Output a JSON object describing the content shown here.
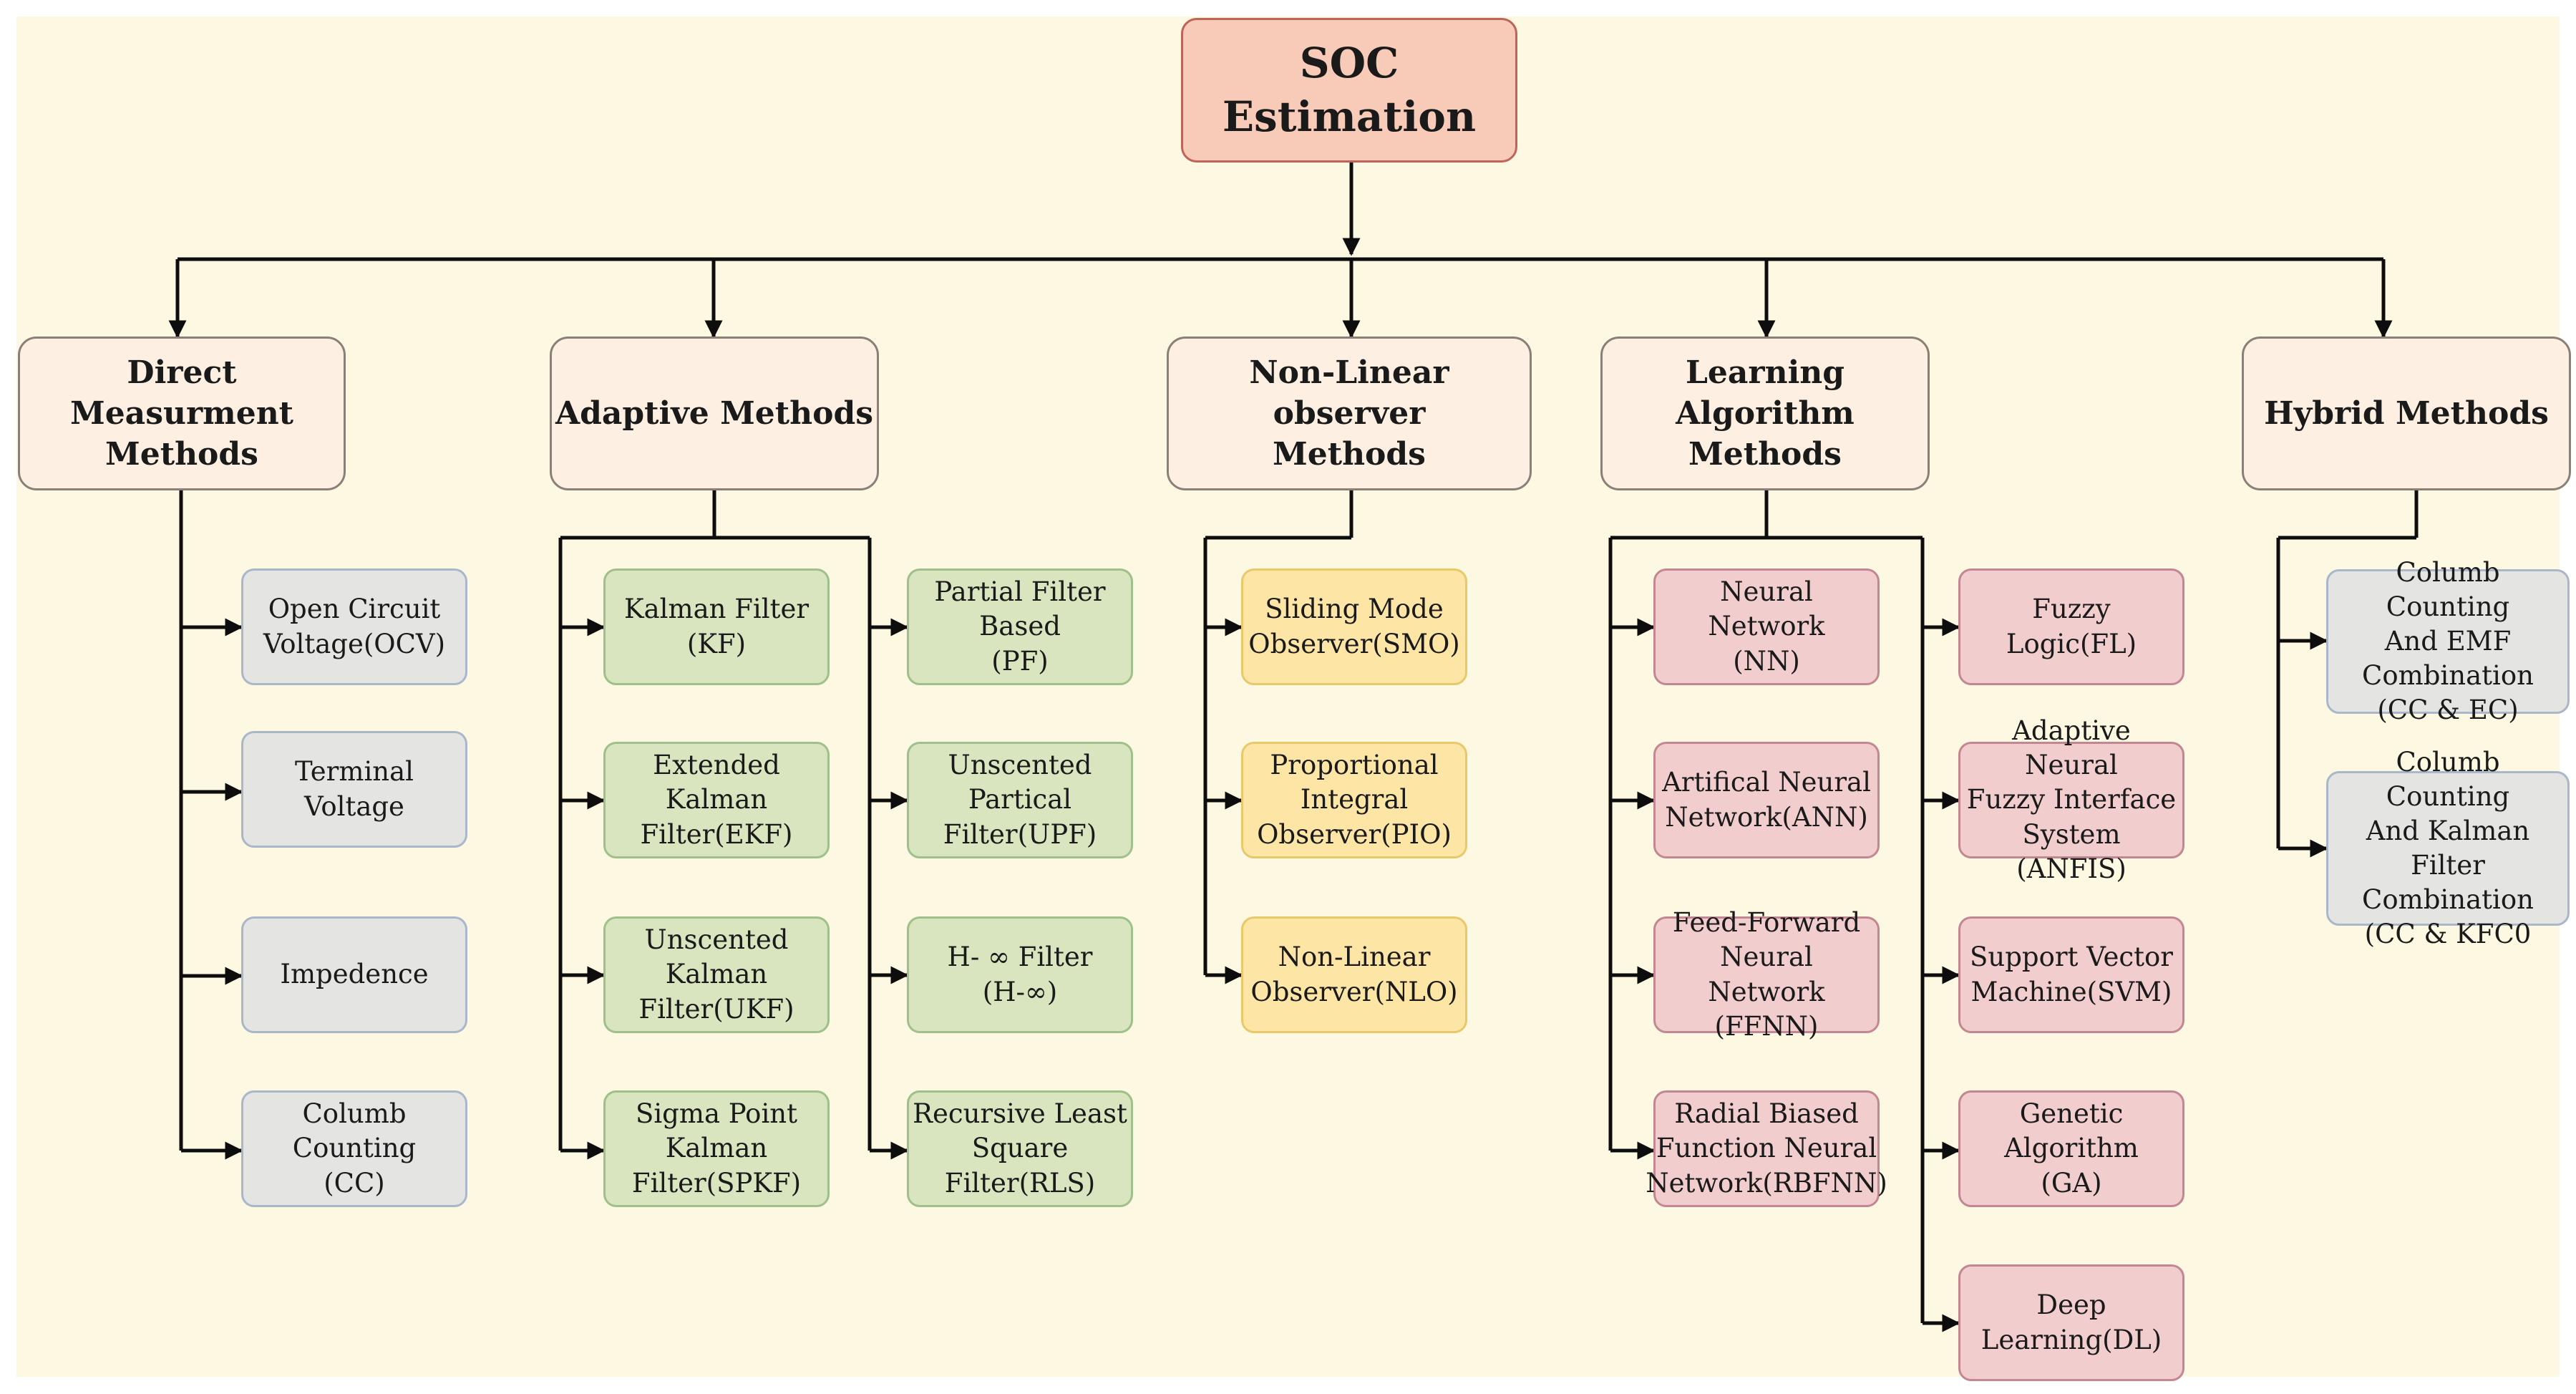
{
  "root": {
    "label": "SOC Estimation"
  },
  "categories": [
    {
      "label": "Direct Measurment\nMethods"
    },
    {
      "label": "Adaptive Methods"
    },
    {
      "label": "Non-Linear observer\nMethods"
    },
    {
      "label": "Learning Algorithm\nMethods"
    },
    {
      "label": "Hybrid Methods"
    }
  ],
  "direct": [
    {
      "label": "Open Circuit\nVoltage(OCV)"
    },
    {
      "label": "Terminal Voltage"
    },
    {
      "label": "Impedence"
    },
    {
      "label": "Columb Counting\n(CC)"
    }
  ],
  "adaptive_left": [
    {
      "label": "Kalman Filter\n(KF)"
    },
    {
      "label": "Extended Kalman\nFilter(EKF)"
    },
    {
      "label": "Unscented Kalman\nFilter(UKF)"
    },
    {
      "label": "Sigma Point Kalman\nFilter(SPKF)"
    }
  ],
  "adaptive_right": [
    {
      "label": "Partial Filter Based\n(PF)"
    },
    {
      "label": "Unscented Partical\nFilter(UPF)"
    },
    {
      "label": "H- ∞ Filter\n(H-∞)"
    },
    {
      "label": "Recursive Least\nSquare Filter(RLS)"
    }
  ],
  "nonlinear": [
    {
      "label": "Sliding Mode\nObserver(SMO)"
    },
    {
      "label": "Proportional Integral\nObserver(PIO)"
    },
    {
      "label": "Non-Linear\nObserver(NLO)"
    }
  ],
  "learning_left": [
    {
      "label": "Neural Network\n(NN)"
    },
    {
      "label": "Artifical Neural\nNetwork(ANN)"
    },
    {
      "label": "Feed-Forward\nNeural Network\n(FFNN)"
    },
    {
      "label": "Radial Biased\nFunction Neural\nNetwork(RBFNN)"
    }
  ],
  "learning_right": [
    {
      "label": "Fuzzy Logic(FL)"
    },
    {
      "label": "Adaptive Neural\nFuzzy Interface\nSystem (ANFIS)"
    },
    {
      "label": "Support Vector\nMachine(SVM)"
    },
    {
      "label": "Genetic Algorithm\n(GA)"
    },
    {
      "label": "Deep Learning(DL)"
    }
  ],
  "hybrid": [
    {
      "label": "Columb Counting\nAnd EMF\nCombination\n(CC & EC)"
    },
    {
      "label": "Columb Counting\nAnd Kalman Filter\nCombination\n(CC & KFC0"
    }
  ]
}
